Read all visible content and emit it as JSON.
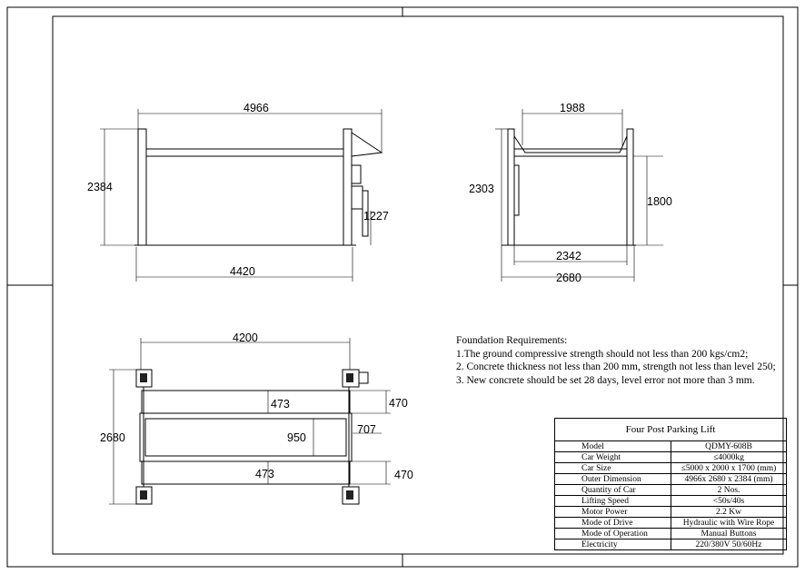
{
  "front_view": {
    "overall_length": "4966",
    "height": "2384",
    "post_span": "4420",
    "power_unit_height": "1227"
  },
  "side_view": {
    "platform_width": "1988",
    "height": "2303",
    "lift_height": "1800",
    "inner_width": "2342",
    "outer_width": "2680"
  },
  "plan_view": {
    "length": "4200",
    "width": "2680",
    "runway_top": "473",
    "runway_bottom": "473",
    "gap": "950",
    "runway_width_top": "470",
    "runway_width_bottom": "470",
    "offset": "707"
  },
  "foundation": {
    "title": "Foundation  Requirements:",
    "items": [
      "1.The ground compressive strength should not less than 200 kgs/cm2;",
      "2.  Concrete thickness not less than 200 mm,  strength not less than level 250;",
      "3.  New concrete should be set 28 days,  level error not more than 3 mm."
    ]
  },
  "spec_table": {
    "title": "Four Post Parking Lift",
    "rows": [
      {
        "key": "Model",
        "value": "QDMY-608B"
      },
      {
        "key": "Car Weight",
        "value": "≤4000kg"
      },
      {
        "key": "Car Size",
        "value": "≤5000 x 2000 x 1700 (mm)"
      },
      {
        "key": "Outer Dimension",
        "value": "4966x 2680 x 2384 (mm)"
      },
      {
        "key": "Quantity of Car",
        "value": "2 Nos."
      },
      {
        "key": "Lifting Speed",
        "value": "<50s/40s"
      },
      {
        "key": "Motor Power",
        "value": "2.2 Kw"
      },
      {
        "key": "Mode of Drive",
        "value": "Hydraulic with Wire Rope"
      },
      {
        "key": "Mode of Operation",
        "value": "Manual Buttons"
      },
      {
        "key": "Electricity",
        "value": "220/380V  50/60Hz"
      }
    ]
  }
}
